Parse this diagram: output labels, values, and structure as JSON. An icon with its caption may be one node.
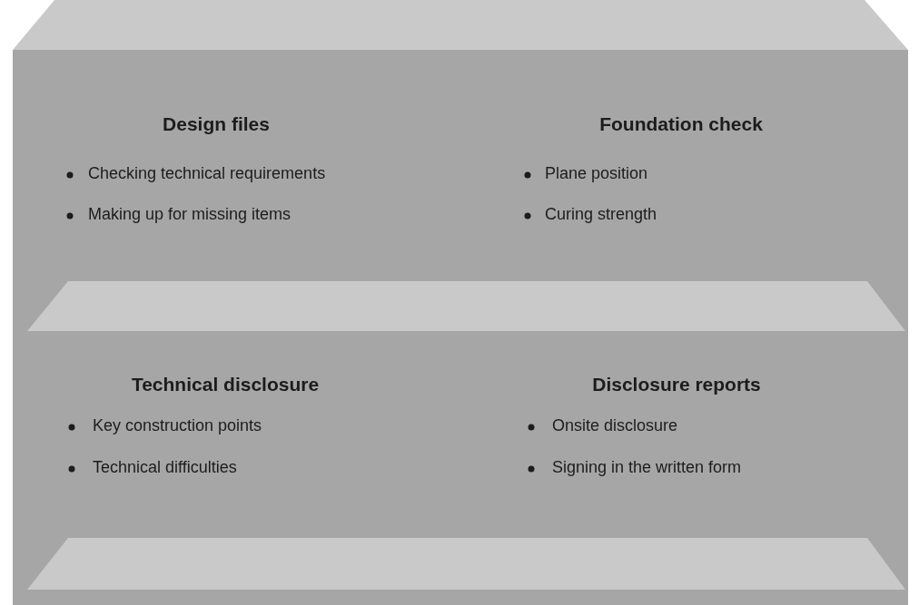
{
  "diagram": {
    "labels": [
      "Design files",
      "Foundation check",
      "Checking technical requirements",
      "Plane position",
      "Making up for missing items",
      "Curing strength",
      "Technical disclosure",
      "Disclosure reports",
      "Key construction points",
      "Onsite disclosure",
      "Technical difficulties",
      "Signing in the written form"
    ]
  }
}
